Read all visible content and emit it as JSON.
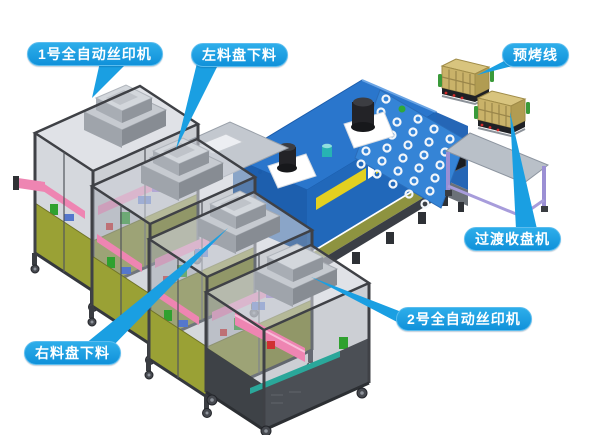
{
  "callouts": {
    "printer1": "1号全自动丝印机",
    "left_tray_unload": "左料盘下料",
    "prebake_line": "预烤线",
    "transition_collector": "过渡收盘机",
    "printer2": "2号全自动丝印机",
    "right_tray_unload": "右料盘下料"
  },
  "colors": {
    "callout_blue": "#1a9fe2",
    "oven_blue_top": "#2a76cc",
    "oven_blue_side": "#1d5fae",
    "vent_panel_blue": "#3584d6",
    "stripe_yellow": "#e3d020",
    "skirt_olive": "#9aa135",
    "basket_tan": "#c9b269",
    "table_purple": "#9b8fd4",
    "roller_pink": "#ee85b2",
    "frame_dark": "#3f4146",
    "top_box_gray": "#c6cad0"
  }
}
